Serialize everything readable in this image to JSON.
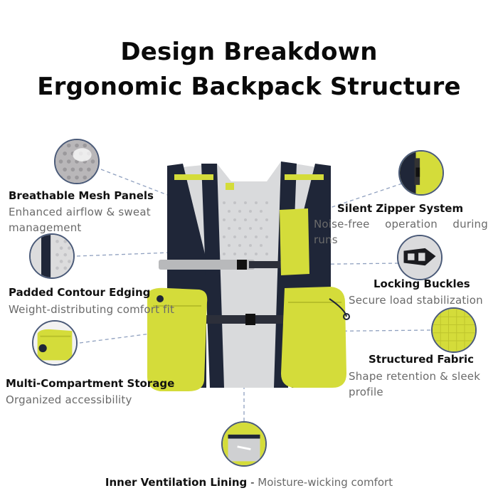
{
  "title": {
    "line1": "Design Breakdown",
    "line2": "Ergonomic Backpack Structure"
  },
  "features": {
    "mesh": {
      "title": "Breathable Mesh Panels",
      "desc": "Enhanced airflow & sweat management"
    },
    "zipper": {
      "title": "Silent Zipper System",
      "desc": "Noise-free operation during runs"
    },
    "edging": {
      "title": "Padded Contour Edging",
      "desc": "Weight-distributing comfort fit"
    },
    "buckles": {
      "title": "Locking Buckles",
      "desc": "Secure load stabilization"
    },
    "storage": {
      "title": "Multi-Compartment Storage",
      "desc": "Organized accessibility"
    },
    "fabric": {
      "title": "Structured Fabric",
      "desc": "Shape retention & sleek profile"
    },
    "lining": {
      "title": "Inner Ventilation Lining",
      "separator": " - ",
      "desc": "Moisture-wicking comfort"
    }
  },
  "colors": {
    "vest_yellow": "#d4dc3a",
    "vest_navy": "#1f2638",
    "vest_mesh": "#d9dadc",
    "leader_line": "#8fa0bf",
    "circle_border": "#4a5a78"
  },
  "icons": [
    "mesh-closeup-icon",
    "zipper-closeup-icon",
    "edging-closeup-icon",
    "buckle-closeup-icon",
    "pocket-closeup-icon",
    "fabric-closeup-icon",
    "lining-closeup-icon"
  ]
}
